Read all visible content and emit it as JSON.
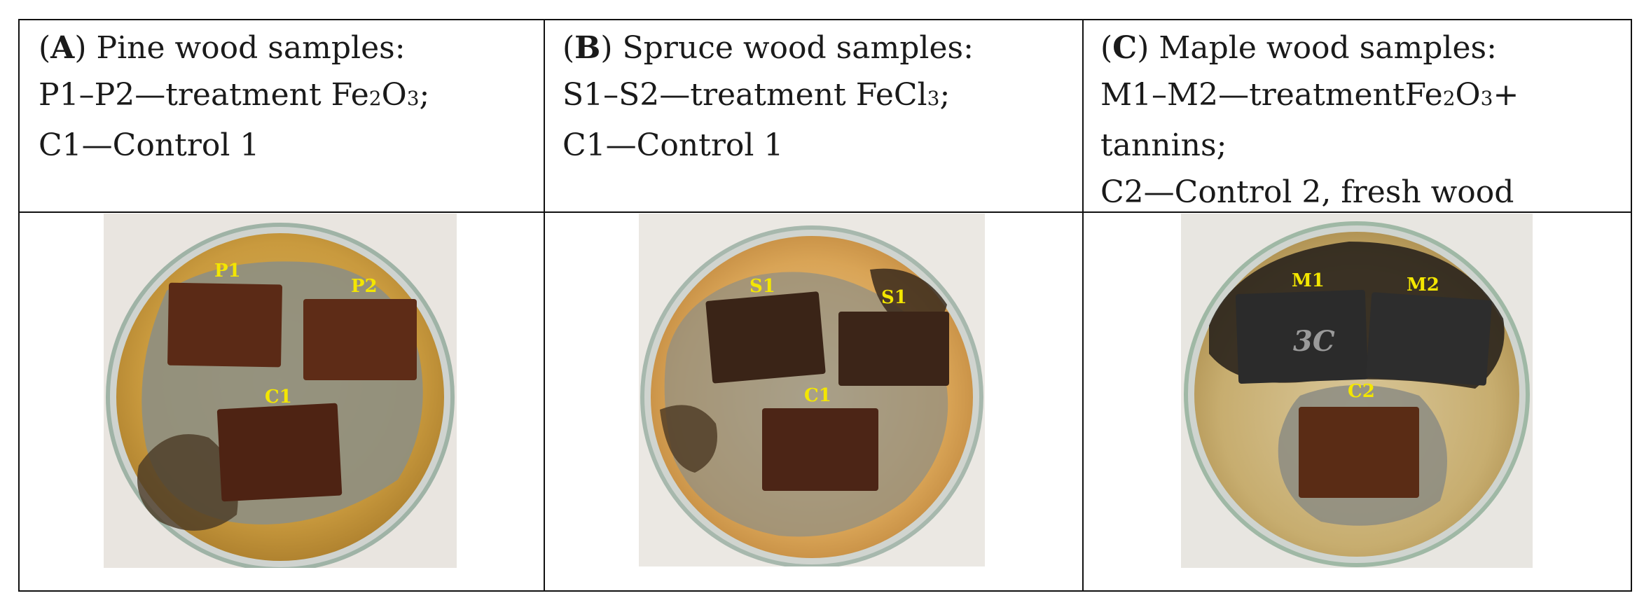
{
  "panels": [
    {
      "letter": "A",
      "title": ") Pine wood samples:",
      "line2_pre": "P1–P2—treatment Fe",
      "line2_sub1": "2",
      "line2_mid": "O",
      "line2_sub2": "3",
      "line2_post": ";",
      "line3": "C1—Control 1",
      "labels": [
        "P1",
        "P2",
        "C1"
      ]
    },
    {
      "letter": "B",
      "title": ") Spruce wood samples:",
      "line2_pre": "S1–S2—treatment FeCl",
      "line2_sub1": "3",
      "line2_post": ";",
      "line3": "C1—Control 1",
      "labels": [
        "S1",
        "S1",
        "C1"
      ]
    },
    {
      "letter": "C",
      "title": ") Maple wood samples:",
      "line2_a": "M1–M2—treatment",
      "line2_b_pre": "Fe",
      "line2_b_sub1": "2",
      "line2_b_mid": "O",
      "line2_b_sub2": "3",
      "line2_c": "+",
      "line3": "tannins;",
      "line4": "C2—Control 2, fresh wood",
      "labels": [
        "M1",
        "M2",
        "C2"
      ],
      "handwriting": "3C"
    }
  ],
  "colors": {
    "label": "#f3e600",
    "border": "#111111"
  }
}
